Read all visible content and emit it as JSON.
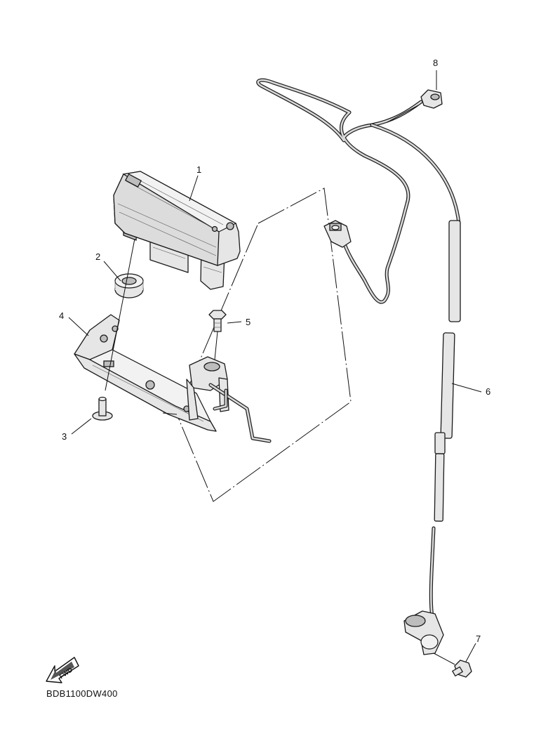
{
  "callouts": {
    "c1": "1",
    "c2": "2",
    "c3": "3",
    "c4": "4",
    "c5": "5",
    "c6": "6",
    "c7": "7",
    "c8": "8"
  },
  "fwd_label": "FWD",
  "diagram_code": "BDB1100DW400",
  "icons": {
    "forward_arrow": "fwd-arrow-icon"
  }
}
